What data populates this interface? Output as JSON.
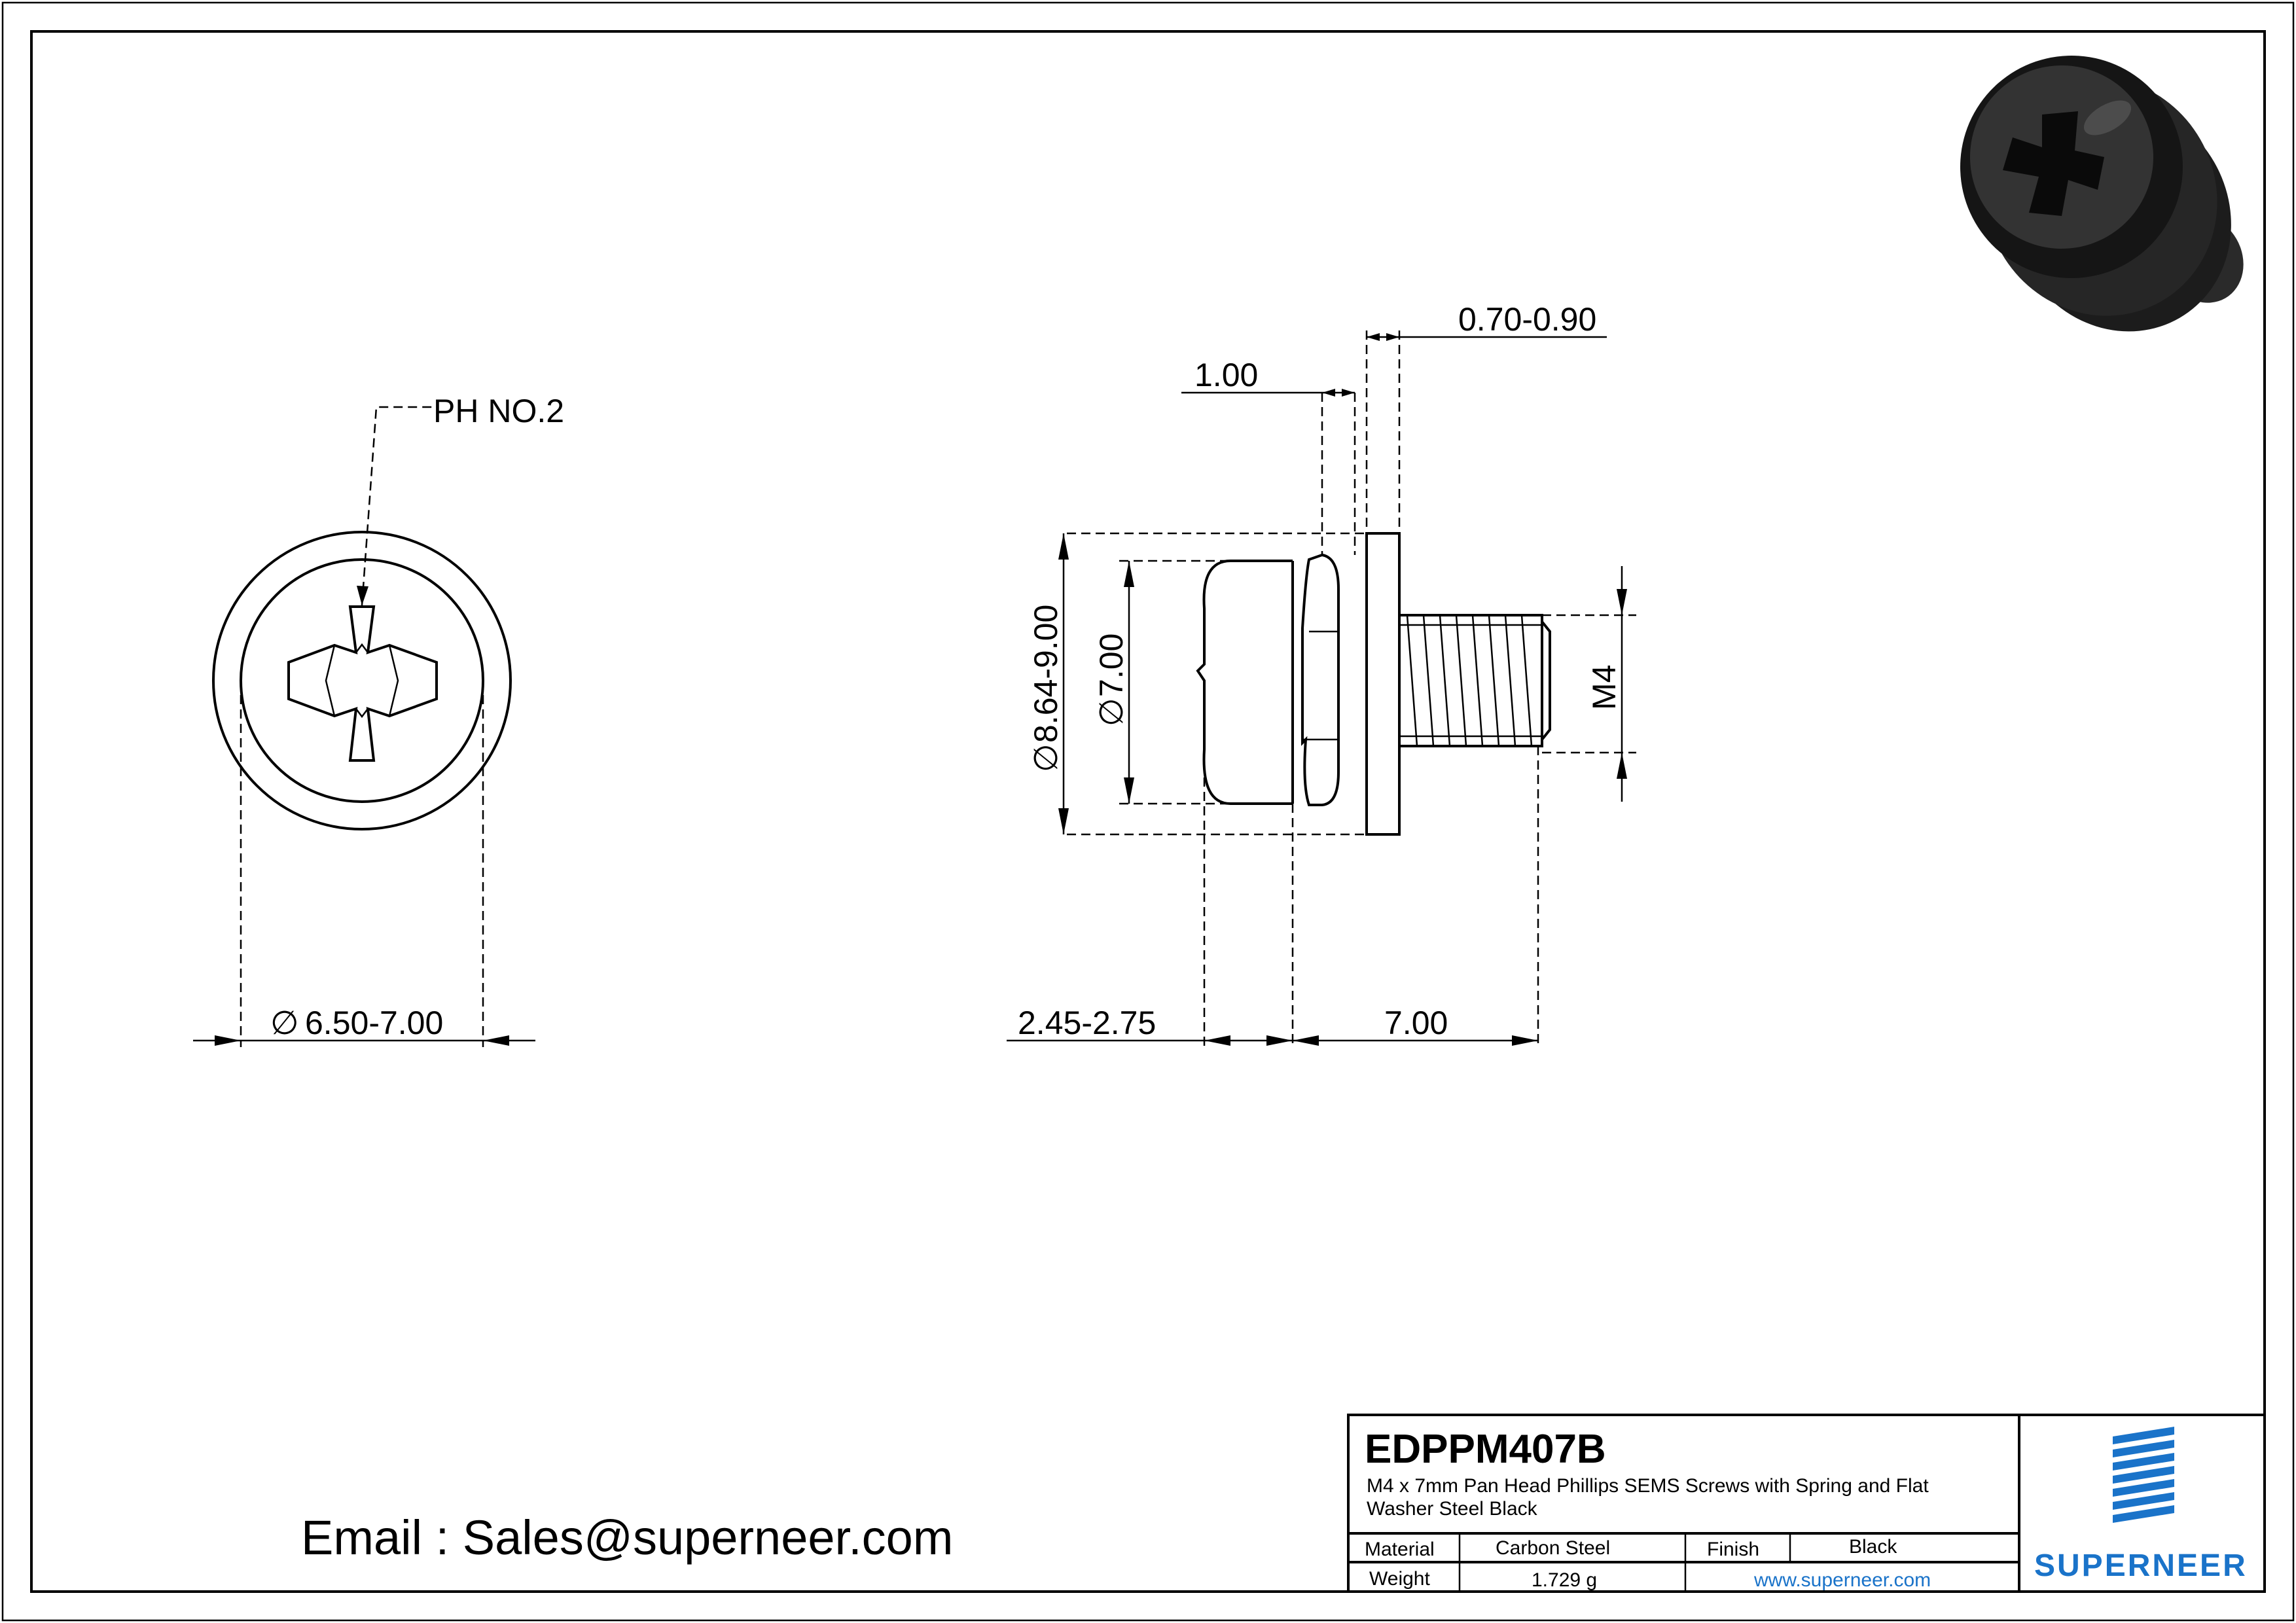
{
  "part_number": "EDPPM407B",
  "description_line1": "M4 x 7mm Pan Head Phillips SEMS Screws with Spring and Flat",
  "description_line2": "Washer Steel Black",
  "email": "Email : Sales@superneer.com",
  "title_block": {
    "material_label": "Material",
    "material_value": "Carbon Steel",
    "finish_label": "Finish",
    "finish_value": "Black",
    "weight_label": "Weight",
    "weight_value": "1.729 g",
    "website": "www.superneer.com"
  },
  "brand": {
    "name": "SUPERNEER",
    "color": "#1a73c9"
  },
  "drive_callout": "PH NO.2",
  "dimensions": {
    "head_diameter": "6.50-7.00",
    "washer_diameter": "8.64-9.00",
    "head_dia_side": "7.00",
    "thread": "M4",
    "spring_thickness": "1.00",
    "flat_thickness": "0.70-0.90",
    "head_height": "2.45-2.75",
    "length": "7.00"
  },
  "icons": [
    "diameter-symbol",
    "superneer-logo-icon",
    "screw-3d-render"
  ]
}
